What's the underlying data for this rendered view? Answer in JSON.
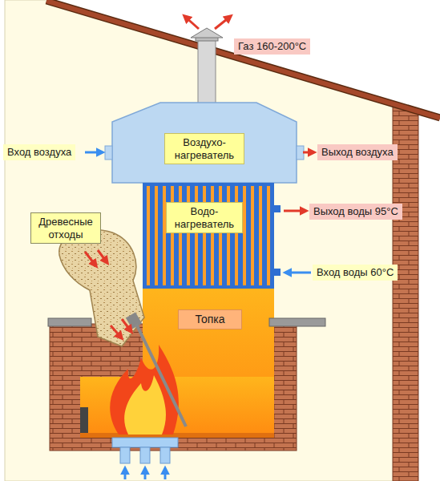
{
  "diagram": {
    "nodes": [
      {
        "text": [
          "Воздухо- нагреватель"
        ]
      },
      {
        "text": [
          "Водо- нагреватель"
        ]
      },
      {
        "text": [
          "Древесные отходы"
        ]
      },
      {
        "text": [
          "Топка"
        ]
      }
    ],
    "labels": [
      "Газ 160-200°С",
      "Вход воздуха",
      "Выход воздуха",
      "Выход воды 95°С",
      "Вход воды 60°С"
    ]
  }
}
